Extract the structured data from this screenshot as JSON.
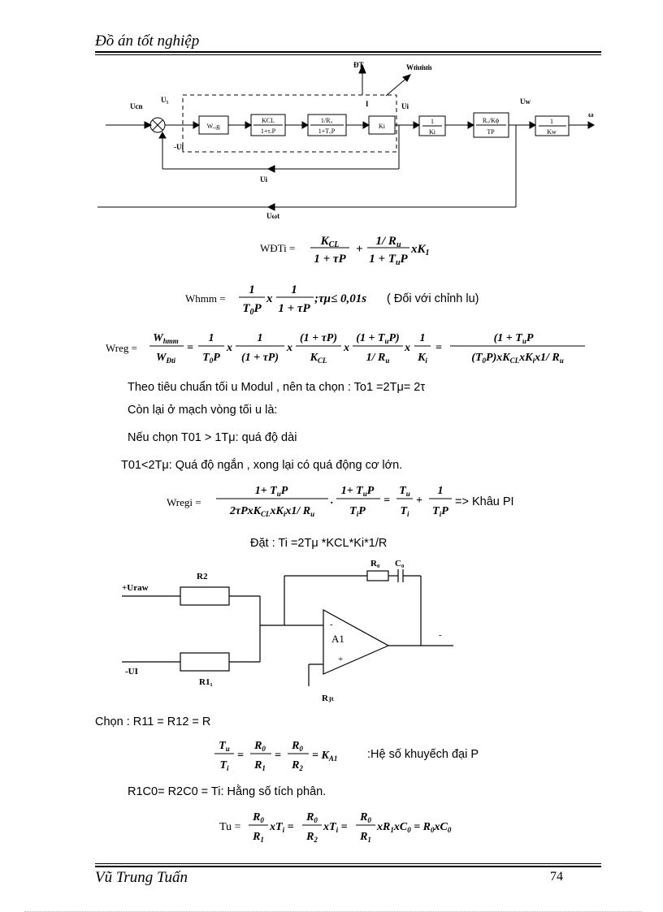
{
  "header": {
    "title": "Đồ án tốt nghiệp"
  },
  "footer": {
    "author": "Vũ Trung Tuấn",
    "page": "74"
  },
  "block_diagram": {
    "signals": {
      "u_in": "Ucn",
      "u_s": "U₅",
      "u_i_fb": "-Ui",
      "u_i": "Ui",
      "u_i_bottom": "Ui",
      "u_w": "Uw",
      "u_wfb": "Uωt",
      "omega": "ω",
      "dt": "ĐT",
      "wdot": "Wṁṁṁ",
      "i": "I"
    },
    "blocks": {
      "wreg": "Wᵣₑgᵢ",
      "kcl_num": "KCL",
      "kcl_den": "1+τ.P",
      "r_num": "1/Rᵤ",
      "r_den": "1+TᵤP",
      "ki": "Ki",
      "inv_ki_num": "1",
      "inv_ki_den": "Ki",
      "rk_num": "Rᵤ/Kϕ",
      "rk_den": "TP",
      "kw_num": "1",
      "kw_den": "Kw"
    }
  },
  "equations": {
    "w_dti_lhs": "WĐTi =",
    "w_hmm_lhs": "Whmm =",
    "w_hmm_note": "( Đối với chỉnh lu)",
    "w_reg_lhs": "Wreg =",
    "w_regi_lhs": "Wregi =",
    "w_regi_note": "=> Khâu PI"
  },
  "paragraphs": {
    "p1": "Theo tiêu chuẩn tối u   Modul , nên ta chọn : To1 =2Tμ= 2τ",
    "p2": "Còn lại ở mạch vòng tối u   là:",
    "p3": "Nếu chọn T01 > 1Tμ: quá độ dài",
    "p4": "T01<2Tμ: Quá độ ngắn , xong lại có quá động cơ lớn.",
    "p5": "Đặt : Ti =2Tμ *KCL*Ki*1/R",
    "p6": "Chọn : R11 = R12 = R",
    "p7_note": ":Hệ số khuyếch đại P",
    "p8": "R1C0= R2C0 = Ti: Hằng số tích phân.",
    "p9_lhs": "Tu ="
  },
  "circuit": {
    "in1": "+Uraw",
    "in2": "-UI",
    "r2": "R2",
    "r11": "R1₁",
    "r0": "R₀",
    "c0": "C₀",
    "amp": "A1",
    "minus": "-",
    "plus": "+",
    "out_minus": "-",
    "rcb": "Rⱼₜ"
  }
}
